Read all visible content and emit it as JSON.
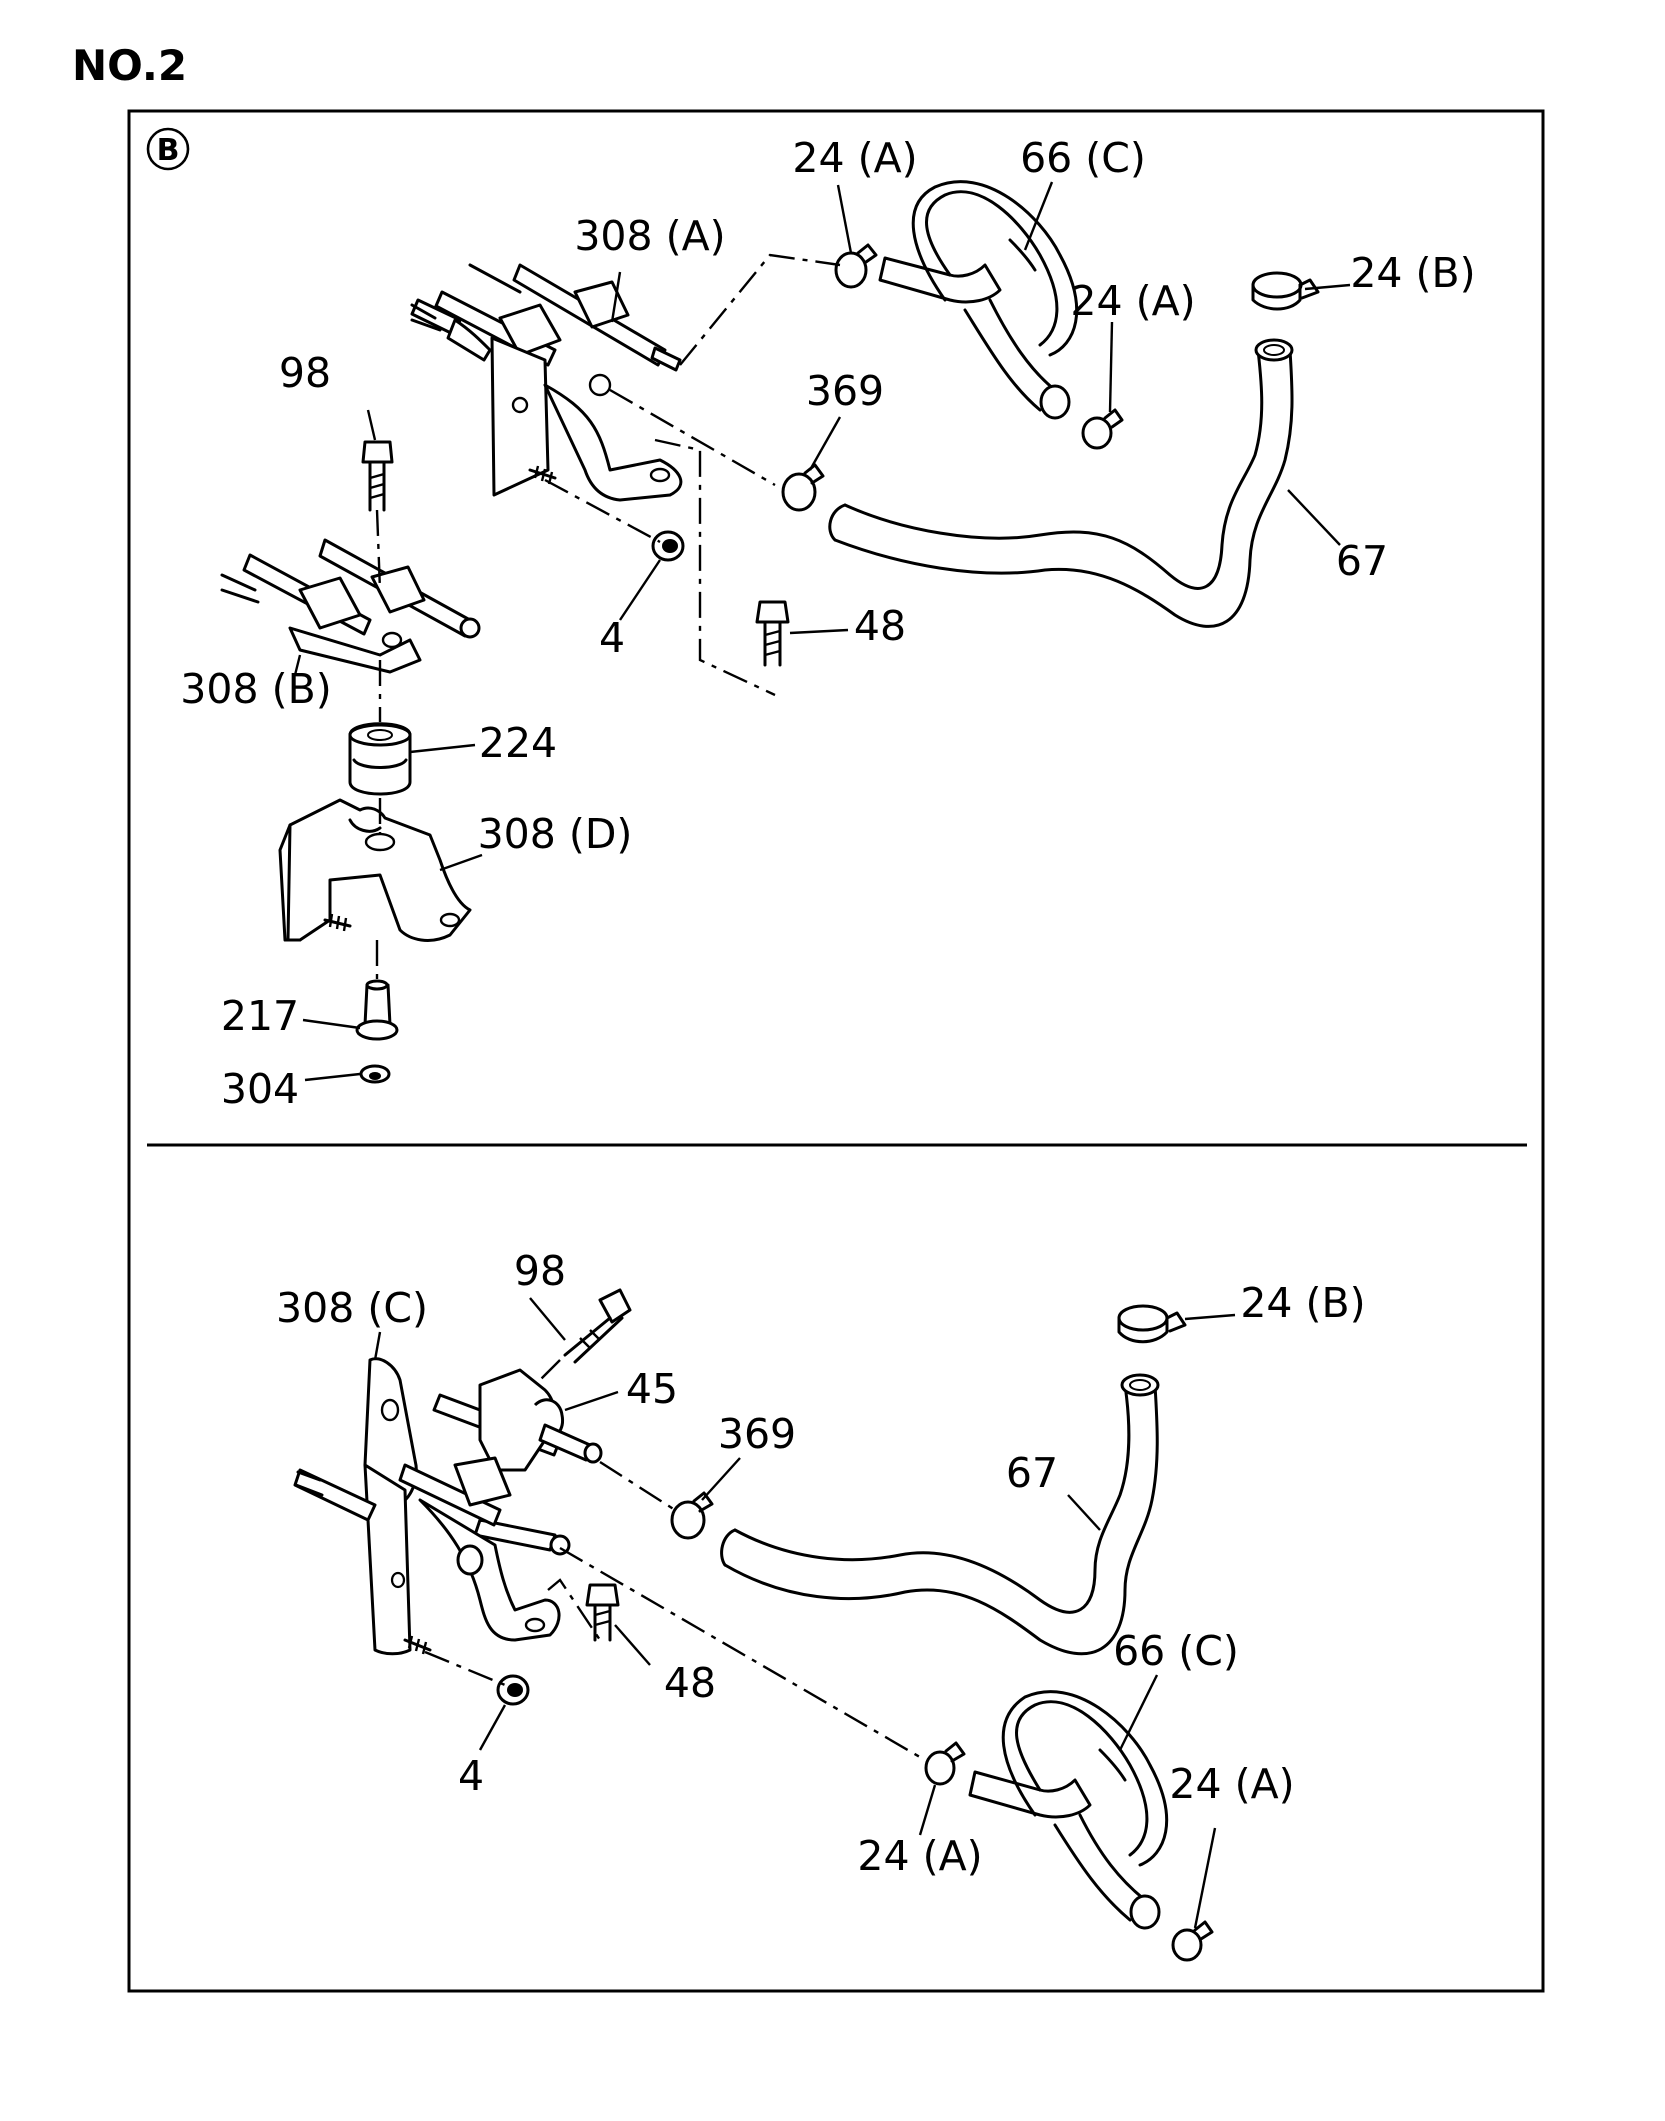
{
  "page_label": "NO.2",
  "section_marker": "B",
  "top_panel": {
    "callouts": {
      "fuel_joint_a": "308 (A)",
      "clip_a_upper": "24 (A)",
      "hose_c": "66 (C)",
      "clip_a_lower": "24 (A)",
      "clip_b": "24 (B)",
      "bolt_98": "98",
      "clip_369": "369",
      "hose_67": "67",
      "nut_4": "4",
      "bolt_48": "48",
      "fuel_joint_b": "308 (B)",
      "rubber_224": "224",
      "bracket_d": "308 (D)",
      "collar_217": "217",
      "nut_304": "304"
    }
  },
  "bottom_panel": {
    "callouts": {
      "bolt_98": "98",
      "fuel_joint_c": "308 (C)",
      "part_45": "45",
      "clip_369": "369",
      "hose_67": "67",
      "clip_b": "24 (B)",
      "hose_c": "66 (C)",
      "bolt_48": "48",
      "clip_a_upper": "24 (A)",
      "nut_4": "4",
      "clip_a_lower": "24 (A)"
    }
  }
}
